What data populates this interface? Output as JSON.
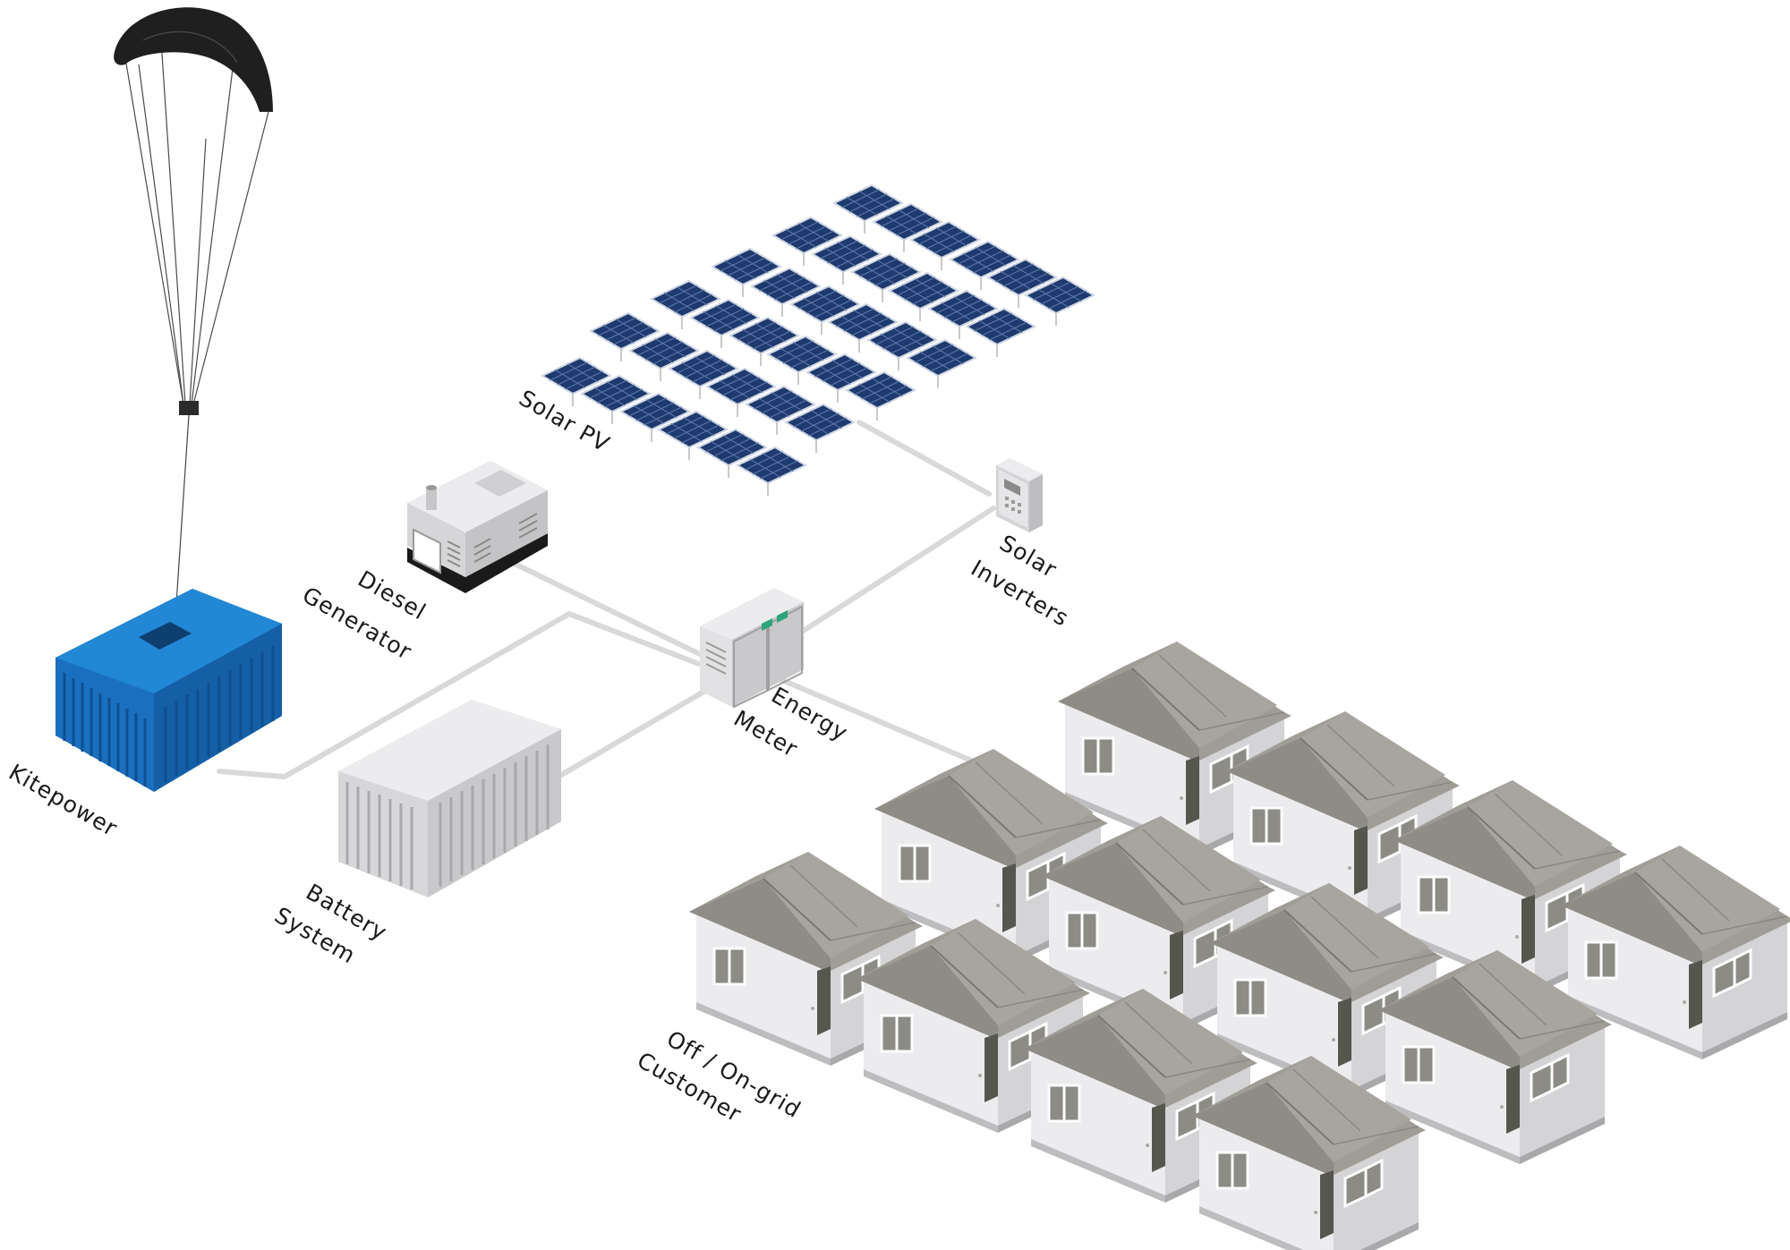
{
  "labels": {
    "solar_pv": "Solar PV",
    "solar_inverters_1": "Solar",
    "solar_inverters_2": "Inverters",
    "diesel_1": "Diesel",
    "diesel_2": "Generator",
    "energy_meter_1": "Energy",
    "energy_meter_2": "Meter",
    "kitepower": "Kitepower",
    "battery_1": "Battery",
    "battery_2": "System",
    "customer_1": "Off / On-grid",
    "customer_2": "Customer"
  },
  "colors": {
    "line": "#d9d9d9",
    "panel": "#1f3a6e",
    "container": "#1a6fbf",
    "roof": "#9e9b96",
    "wall": "#e9e9eb",
    "door": "#55574f"
  },
  "icons": [
    "kite-icon",
    "solar-panel-icon",
    "inverter-icon",
    "generator-icon",
    "energy-meter-icon",
    "container-icon",
    "battery-icon",
    "house-icon"
  ]
}
